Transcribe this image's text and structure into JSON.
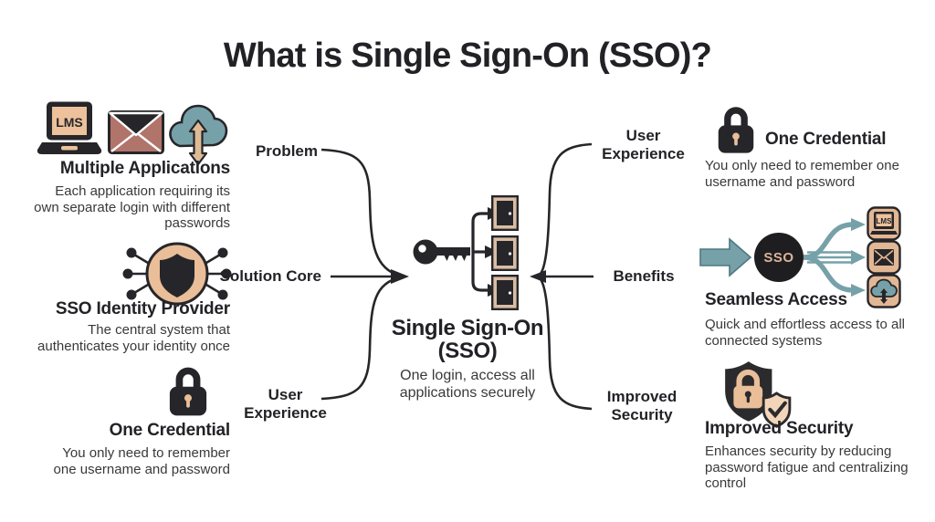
{
  "title": "What is Single Sign-On (SSO)?",
  "icons": {
    "lms_label": "LMS"
  },
  "left_column": {
    "sections": [
      {
        "heading": "Multiple Applications",
        "body": "Each application requiring its own separate login with different passwords"
      },
      {
        "heading": "SSO Identity Provider",
        "body": "The central system that authenticates your identity once"
      },
      {
        "heading": "One Credential",
        "body": "You only need to remember one username and password"
      }
    ]
  },
  "center": {
    "left_labels": [
      {
        "label": "Problem"
      },
      {
        "label": "Solution Core"
      },
      {
        "label": "User Experience"
      }
    ],
    "right_labels": [
      {
        "label": "User Experience"
      },
      {
        "label": "Benefits"
      },
      {
        "label": "Improved Security"
      }
    ],
    "core_heading": "Single Sign-On (SSO)",
    "core_subtitle": "One login, access all applications securely"
  },
  "right_column": {
    "sso_badge": "SSO",
    "sections": [
      {
        "heading": "One Credential",
        "body": "You only need to remember one username and password"
      },
      {
        "heading": "Seamless Access",
        "body": "Quick and effortless access to all connected systems"
      },
      {
        "heading": "Improved Security",
        "body": "Enhances security by reducing password fatigue and centralizing control"
      }
    ]
  },
  "colors": {
    "background": "#ffffff",
    "ink": "#26262a",
    "tan": "#e9be99",
    "rust": "#b1746a",
    "teal": "#76a1a9",
    "icon_bg": "#e2b794",
    "badge_text": "#dcb49b"
  }
}
